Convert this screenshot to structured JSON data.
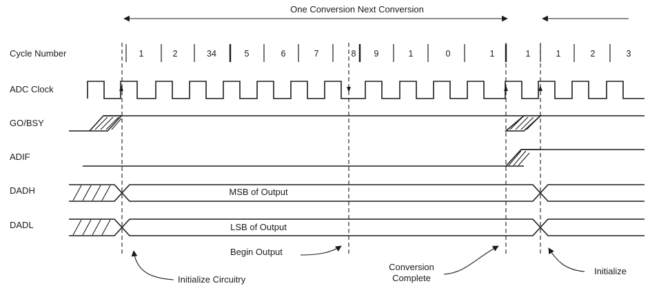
{
  "header": {
    "label": "One Conversion Next Conversion"
  },
  "cycle_row": {
    "label": "Cycle Number",
    "numbers": [
      "1",
      "2",
      "34",
      "5",
      "6",
      "7",
      "8",
      "9",
      "1",
      "0",
      "1",
      "1",
      "1",
      "2",
      "3"
    ]
  },
  "signals": {
    "adc_clock": "ADC Clock",
    "go_bsy": "GO/BSY",
    "adif": "ADIF",
    "dadh": "DADH",
    "dadl": "DADL"
  },
  "bus": {
    "msb": "MSB of Output",
    "lsb": "LSB of Output"
  },
  "annotations": {
    "initialize_circuitry": "Initialize Circuitry",
    "begin_output": "Begin Output",
    "conversion_line1": "Conversion",
    "conversion_line2": "Complete",
    "initialize": "Initialize"
  }
}
